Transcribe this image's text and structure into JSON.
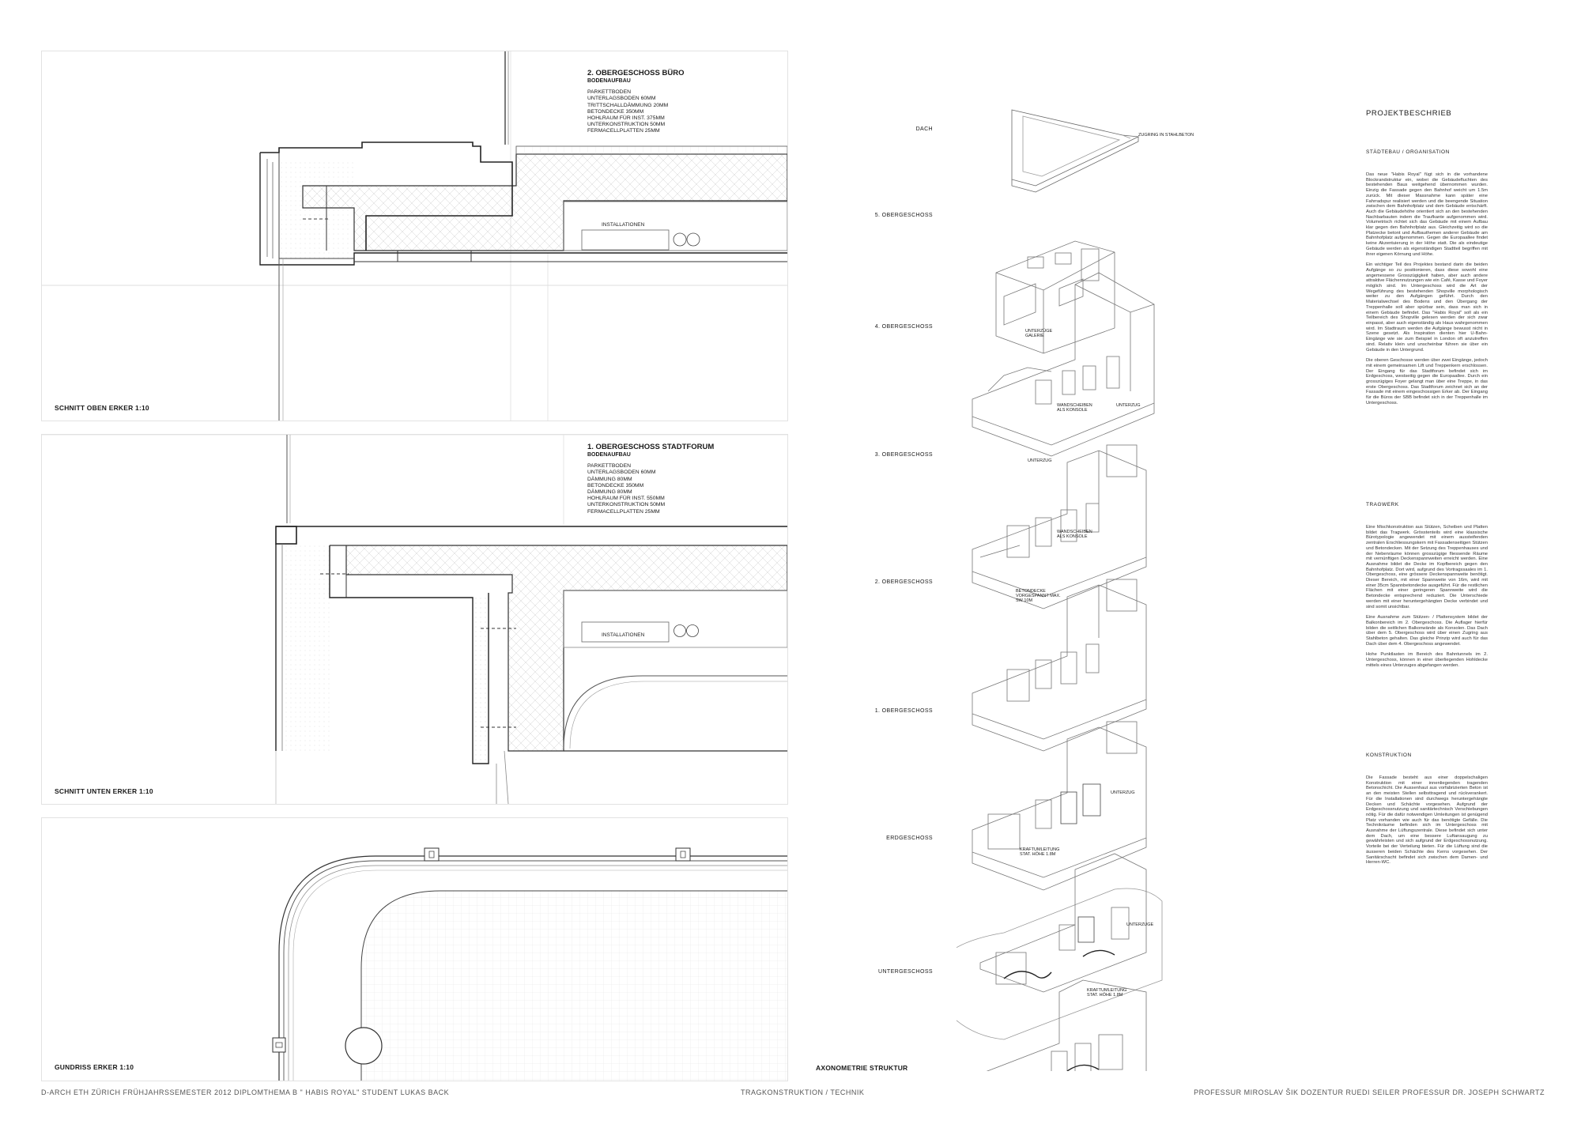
{
  "sections": {
    "top": {
      "title": "SCHNITT OBEN ERKER  1:10",
      "floor": "2. OBERGESCHOSS BÜRO",
      "subtitle": "BODENAUFBAU",
      "layers": [
        "PARKETTBODEN",
        "UNTERLAGSBODEN 60mm",
        "TRITTSCHALLDÄMMUNG 20mm",
        "BETONDECKE 350mm",
        "HOHLRAUM FÜR INST. 375mm",
        "UNTERKONSTRUKTION 50mm",
        "FERMACELLPLATTEN 25mm"
      ],
      "installations": "INSTALLATIONEN"
    },
    "middle": {
      "title": "SCHNITT UNTEN ERKER  1:10",
      "floor": "1. OBERGESCHOSS STADTFORUM",
      "subtitle": "BODENAUFBAU",
      "layers": [
        "PARKETTBODEN",
        "UNTERLAGSBODEN 60mm",
        "DÄMMUNG 80mm",
        "BETONDECKE 350mm",
        "DÄMMUNG 80mm",
        "HOHLRAUM FÜR INST. 550mm",
        "UNTERKONSTRUKTION 50mm",
        "FERMACELLPLATTEN 25mm"
      ],
      "installations": "INSTALLATIONEN"
    },
    "bottom": {
      "title": "GUNDRISS  ERKER  1:10"
    }
  },
  "axonometry": {
    "title": "AXONOMETRIE STRUKTUR",
    "floors": [
      "DACH",
      "5. OBERGESCHOSS",
      "4. OBERGESCHOSS",
      "3. OBERGESCHOSS",
      "2. OBERGESCHOSS",
      "1. OBERGESCHOSS",
      "ERDGESCHOSS",
      "UNTERGESCHOSS"
    ],
    "notes": {
      "dach": "ZUGRING IN STAHLBETON",
      "og4": "UNTERZÜGE GALERIE",
      "og3a": "WANDSCHEIBEN ALS KONSOLE",
      "og3b": "UNTERZUG",
      "og3c": "UNTERZUG",
      "og2a": "WANDSCHEIBEN ALS KONSOLE",
      "og2b": "BETONDECKE VORGESPANNT MAX. SW 10m",
      "eg1": "UNTERZUG",
      "eg2": "KRAFTUMLEITUNG STAT. HÖHE 1.8m",
      "ug1": "UNTERZUGE",
      "ug2": "KRAFTUMLEITUNG STAT. HÖHE 1.8m"
    }
  },
  "description": {
    "title": "PROJEKTBESCHRIEB",
    "sections": [
      {
        "heading": "STÄDTEBAU / ORGANISATION",
        "paragraphs": [
          "Das neue \"Habis Royal\" fügt sich in die vorhandene Blockrandstruktur ein, wobei die Gebäudefluchten des bestehenden Baus weitgehend übernommen wurden. Einzig die Fassade gegen den Bahnhof weicht um 1.5m zurück. Mit dieser Massnahme kann später eine Fahrradspur realisiert werden und die beengende Situation zwischen dem Bahnhofplatz und dem Gebäude entschärft. Auch die Gebäudehöhe orientiert sich an den bestehenden Nachbarbauten indem die Traufkante aufgenommen wird. Volumetrisch richtet sich das Gebäude mit einem Aufbau klar gegen den Bahnhofplatz aus. Gleichzeitig wird so die Platzecke betont und Aufbauthemen anderer Gebäude am Bahnhofplatz aufgenommen. Gegen die Europaallee findet keine Akzentuierung in der Höhe statt. Die als eindeutige Gebäude werden als eigenständigen Stadtteil begriffen mit ihrer eigenen Körnung und Höhe.",
          "Ein wichtiger Teil des Projektes bestand darin die beiden Aufgänge so zu positionieren, dass diese sowohl eine angemessene Grosszügigkeit haben, aber auch andere attraktive Flächennutzungen wie ein Café, Kasse und Foyer möglich sind. Im Untergeschoss wird die Art der Wegeführung des bestehenden Shopville morphologisch weiter zu den Aufgängen geführt. Durch den Materialwechsel des Bodens und den Übergang der Treppenhalle soll aber spürbar sein, dass man sich in einem Gebäude befindet. Das \"Habis Royal\" soll als ein Teilbereich des Shopville gelesen werden der sich zwar einpasst, aber auch eigenständig als Haus wahrgenommen wird. Im Stadtraum werden die Aufgänge bewusst nicht in Szene gesetzt. Als Inspiration dienten hier U-Bahn-Eingänge wie sie zum Beispiel in London oft anzutreffen sind. Relativ klein und unscheinbar führen sie über ein Gebäude in den Untergrund.",
          "Die oberen Geschosse werden über zwei Eingänge, jedoch mit einem gemeinsamen Lift und Treppenkern erschlossen. Der Eingang für das Stadtforum befindet sich im Erdgeschoss, westseitig gegen die Europaallee. Durch ein grosszügiges Foyer gelangt man über eine Treppe, in das erste Obergeschoss. Das Stadtforum zeichnet sich an der Fassade mit einem eingeschossigen Erker ab. Der Eingang für die Büros der SBB befindet sich in der Treppenhalle im Untergeschoss."
        ]
      },
      {
        "heading": "TRAGWERK",
        "paragraphs": [
          "Eine Mischkonstruktion aus Stützen, Scheiben und Platten bildet das Tragwerk. Grösstenteils wird eine klassische Bürotypologie angewendet mit einem aussteifenden zentralen Erschliessungskern mit Fassadenseitigen Stützen und Betondecken. Mit der Setzung des Treppenhauses und der Nebenräume können grosszügige fliessende Räume mit vernünftigen Deckenspannweiten erreicht werden. Eine Ausnahme bildet die Decke im Kopfbereich gegen den Bahnhofplatz. Dort wird, aufgrund des Vortragssaales im 1. Obergeschoss, eine grössere Deckenspannweite benötigt. Dieser Bereich, mit einer Spannweite von 16m, wird mit einer 35cm Spannbetondecke ausgeführt. Für die restlichen Flächen mit einer geringeren Spannweite wird die Betondecke entsprechend reduziert. Die Unterschiede werden mit einer heruntergehängten Decke verbindet und sind somit unsichtbar.",
          "Eine Ausnahme zum Stützen- / Plattensystem bildet der Balkonbereich im 2. Obergeschoss. Die Auflager hierfür bilden die seitlichen Balkonwände als Konsolen. Das Dach über dem 5. Obergeschoss wird über einen Zugring aus Stahlbeton gehalten. Das gleiche Prinzip wird auch für das Dach über dem 4. Obergeschoss angewendet.",
          "Hohe Punktlasten im Bereich des Bahntunnels im 2. Untergeschoss, können in einer überliegenden Hohldecke mittels eines Unterzuges abgefangen werden."
        ]
      },
      {
        "heading": "KONSTRUKTION",
        "paragraphs": [
          "Die Fassade besteht aus einer doppelschaligen Konstruktion mit einer innenliegenden tragenden Betonschicht. Die Aussenhaut aus vorfabrizierten Beton ist an den meisten Stellen selbsttragend und rückverankert. Für die Installationen sind durchwegs heruntergehängte Decken und Schächte vorgesehen. Aufgrund der Erdgeschossnutzung und sanitärtechnisch Verschiebungen nötig. Für die dafür notwendigen Umleitungen ist genügend Platz vorhanden wie auch für das benötigte Gefälle. Die Technikräume befinden sich im Untergeschoss mit Ausnahme der Lüftungszentrale. Diese befindet sich unter dem Dach, um eine bessere Luftansaugung zu gewährleisten und sich aufgrund der Erdgeschossnutzung. Vorteile bei der Verteilung bieten. Für die Lüftung sind die äusseren beiden Schächte des Kerns vorgesehen. Der Sanitärschacht befindet sich zwischen dem Damen- und Herren-WC."
        ]
      }
    ]
  },
  "footer": {
    "left": "D-ARCH ETH ZÜRICH   FRÜHJAHRSSEMESTER 2012   DIPLOMTHEMA B  \" HABIS ROYAL\"   STUDENT  LUKAS BACK",
    "center": "TRAGKONSTRUKTION / TECHNIK",
    "right": "PROFESSUR MIROSLAV ŠIK     DOZENTUR  RUEDI SEILER    PROFESSUR  DR. JOSEPH SCHWARTZ"
  }
}
